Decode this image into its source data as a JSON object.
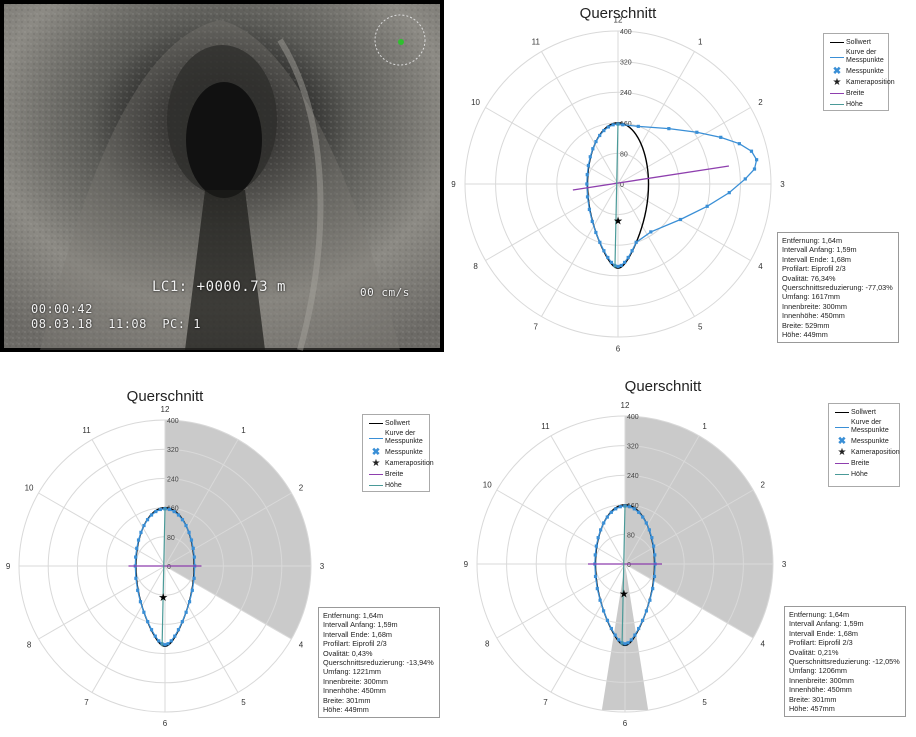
{
  "camera": {
    "distance_label": "LC1: +0000.73 m",
    "speed_label": "00 cm/s",
    "time_label": "00:00:42",
    "date_label": "08.03.18  11:08  PC: 1"
  },
  "colors": {
    "sollwert": "#000000",
    "kurve": "#3a8fd6",
    "messpunkte": "#3a8fd6",
    "breite": "#8e3fae",
    "hoehe": "#4a9a98",
    "grid": "#d9d9d9",
    "sector": "#c4c4c4"
  },
  "legend": {
    "sollwert": "Sollwert",
    "kurve_line1": "Kurve der",
    "kurve_line2": "Messpunkte",
    "messpunkte": "Messpunkte",
    "kamera": "Kameraposition",
    "breite": "Breite",
    "hoehe": "Höhe"
  },
  "chart_data": [
    {
      "type": "polar",
      "title": "Querschnitt",
      "clock_labels": [
        "12",
        "1",
        "2",
        "3",
        "4",
        "5",
        "6",
        "7",
        "8",
        "9",
        "10",
        "11"
      ],
      "radial_ticks": [
        "400",
        "320",
        "240",
        "160",
        "80",
        "0"
      ],
      "radial_range": [
        0,
        400
      ],
      "sector": null,
      "info": [
        "Entfernung: 1,64m",
        "Intervall Anfang: 1,59m",
        "Intervall Ende: 1,68m",
        "Profilart: Eiprofil 2/3",
        "Ovalität: 76,34%",
        "Querschnittsreduzierung: -77,03%",
        "Umfang: 1617mm",
        "Innenbreite: 300mm",
        "Innenhöhe: 450mm",
        "Breite: 529mm",
        "Höhe: 449mm"
      ],
      "sollwert": {
        "width_mm": 300,
        "height_mm": 450,
        "profile": "Eiprofil 2/3"
      },
      "measured": {
        "width_mm": 529,
        "height_mm": 449,
        "bulge_toward_clock": "2-3",
        "bulge_reach": 380
      },
      "camera_offset": {
        "x": 0,
        "y": -95
      }
    },
    {
      "type": "polar",
      "title": "Querschnitt",
      "clock_labels": [
        "12",
        "1",
        "2",
        "3",
        "4",
        "5",
        "6",
        "7",
        "8",
        "9",
        "10",
        "11"
      ],
      "radial_ticks": [
        "400",
        "320",
        "240",
        "160",
        "80",
        "0"
      ],
      "radial_range": [
        0,
        400
      ],
      "sector": {
        "from_clock": "12",
        "to_clock": "4",
        "label": "shaded"
      },
      "info": [
        "Entfernung: 1,64m",
        "Intervall Anfang: 1,59m",
        "Intervall Ende: 1,68m",
        "Profilart: Eiprofil 2/3",
        "Ovalität: 0,43%",
        "Querschnittsreduzierung: -13,94%",
        "Umfang: 1221mm",
        "Innenbreite: 300mm",
        "Innenhöhe: 450mm",
        "Breite: 301mm",
        "Höhe: 449mm"
      ],
      "sollwert": {
        "width_mm": 300,
        "height_mm": 450,
        "profile": "Eiprofil 2/3"
      },
      "measured": {
        "width_mm": 301,
        "height_mm": 449
      },
      "camera_offset": {
        "x": -5,
        "y": -85
      }
    },
    {
      "type": "polar",
      "title": "Querschnitt",
      "clock_labels": [
        "12",
        "1",
        "2",
        "3",
        "4",
        "5",
        "6",
        "7",
        "8",
        "9",
        "10",
        "11"
      ],
      "radial_ticks": [
        "400",
        "320",
        "240",
        "160",
        "80",
        "0"
      ],
      "radial_range": [
        0,
        400
      ],
      "sector": {
        "from_clock": "12",
        "to_clock": "4",
        "extra_from_clock": "5.7",
        "extra_to_clock": "6.3"
      },
      "info": [
        "Entfernung: 1,64m",
        "Intervall Anfang: 1,59m",
        "Intervall Ende: 1,68m",
        "Profilart: Eiprofil 2/3",
        "Ovalität: 0,21%",
        "Querschnittsreduzierung: -12,05%",
        "Umfang: 1206mm",
        "Innenbreite: 300mm",
        "Innenhöhe: 450mm",
        "Breite: 301mm",
        "Höhe: 457mm"
      ],
      "sollwert": {
        "width_mm": 300,
        "height_mm": 450,
        "profile": "Eiprofil 2/3"
      },
      "measured": {
        "width_mm": 301,
        "height_mm": 457
      },
      "camera_offset": {
        "x": -3,
        "y": -80
      }
    }
  ]
}
